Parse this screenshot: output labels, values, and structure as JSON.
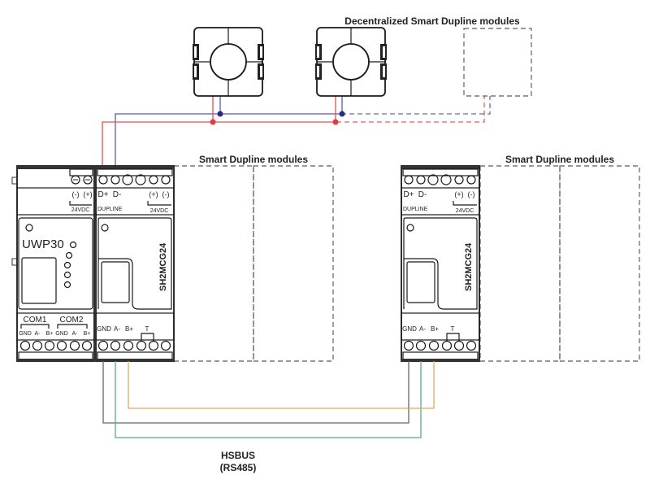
{
  "diagram": {
    "labels": {
      "decentralized": "Decentralized Smart Dupline modules",
      "smart_left": "Smart Dupline modules",
      "smart_right": "Smart Dupline modules",
      "hsbus_line1": "HSBUS",
      "hsbus_line2": "(RS485)"
    },
    "uwp30": {
      "name": "UWP30",
      "power_minus": "(-)",
      "power_plus": "(+)",
      "power_label": "24VDC",
      "com1": "COM1",
      "com2": "COM2",
      "com_pins": [
        "GND",
        "A-",
        "B+",
        "GND",
        "A-",
        "B+"
      ]
    },
    "gateway_left": {
      "name": "SH2MCG24",
      "d_plus": "D+",
      "d_minus": "D-",
      "dupline": "DUPLINE",
      "power_plus": "(+)",
      "power_minus": "(-)",
      "power_label": "24VDC",
      "bus_pins": [
        "GND",
        "A-",
        "B+"
      ],
      "term": "T"
    },
    "gateway_right": {
      "name": "SH2MCG24",
      "d_plus": "D+",
      "d_minus": "D-",
      "dupline": "DUPLINE",
      "power_plus": "(+)",
      "power_minus": "(-)",
      "power_label": "24VDC",
      "bus_pins": [
        "GND",
        "A-",
        "B+"
      ],
      "term": "T"
    },
    "sensors": [
      {
        "type": "current-transformer"
      },
      {
        "type": "current-transformer"
      }
    ],
    "wire_colors": {
      "dupline_plus": "#e03a3a",
      "dupline_minus": "#3b3b9a",
      "gnd": "#555555",
      "a_minus": "#4aa37a",
      "b_plus": "#e0a060"
    }
  }
}
